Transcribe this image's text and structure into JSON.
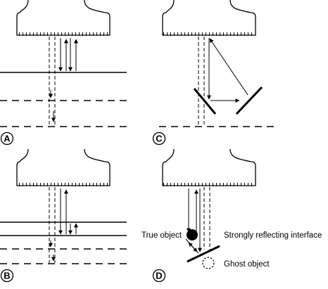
{
  "panels": {
    "a": {
      "letter": "A"
    },
    "b": {
      "letter": "B"
    },
    "c": {
      "letter": "C"
    },
    "d": {
      "letter": "D"
    }
  },
  "labels": {
    "true_object": "True object",
    "strongly_reflecting_interface": "Strongly reflecting interface",
    "ghost_object": "Ghost object"
  }
}
